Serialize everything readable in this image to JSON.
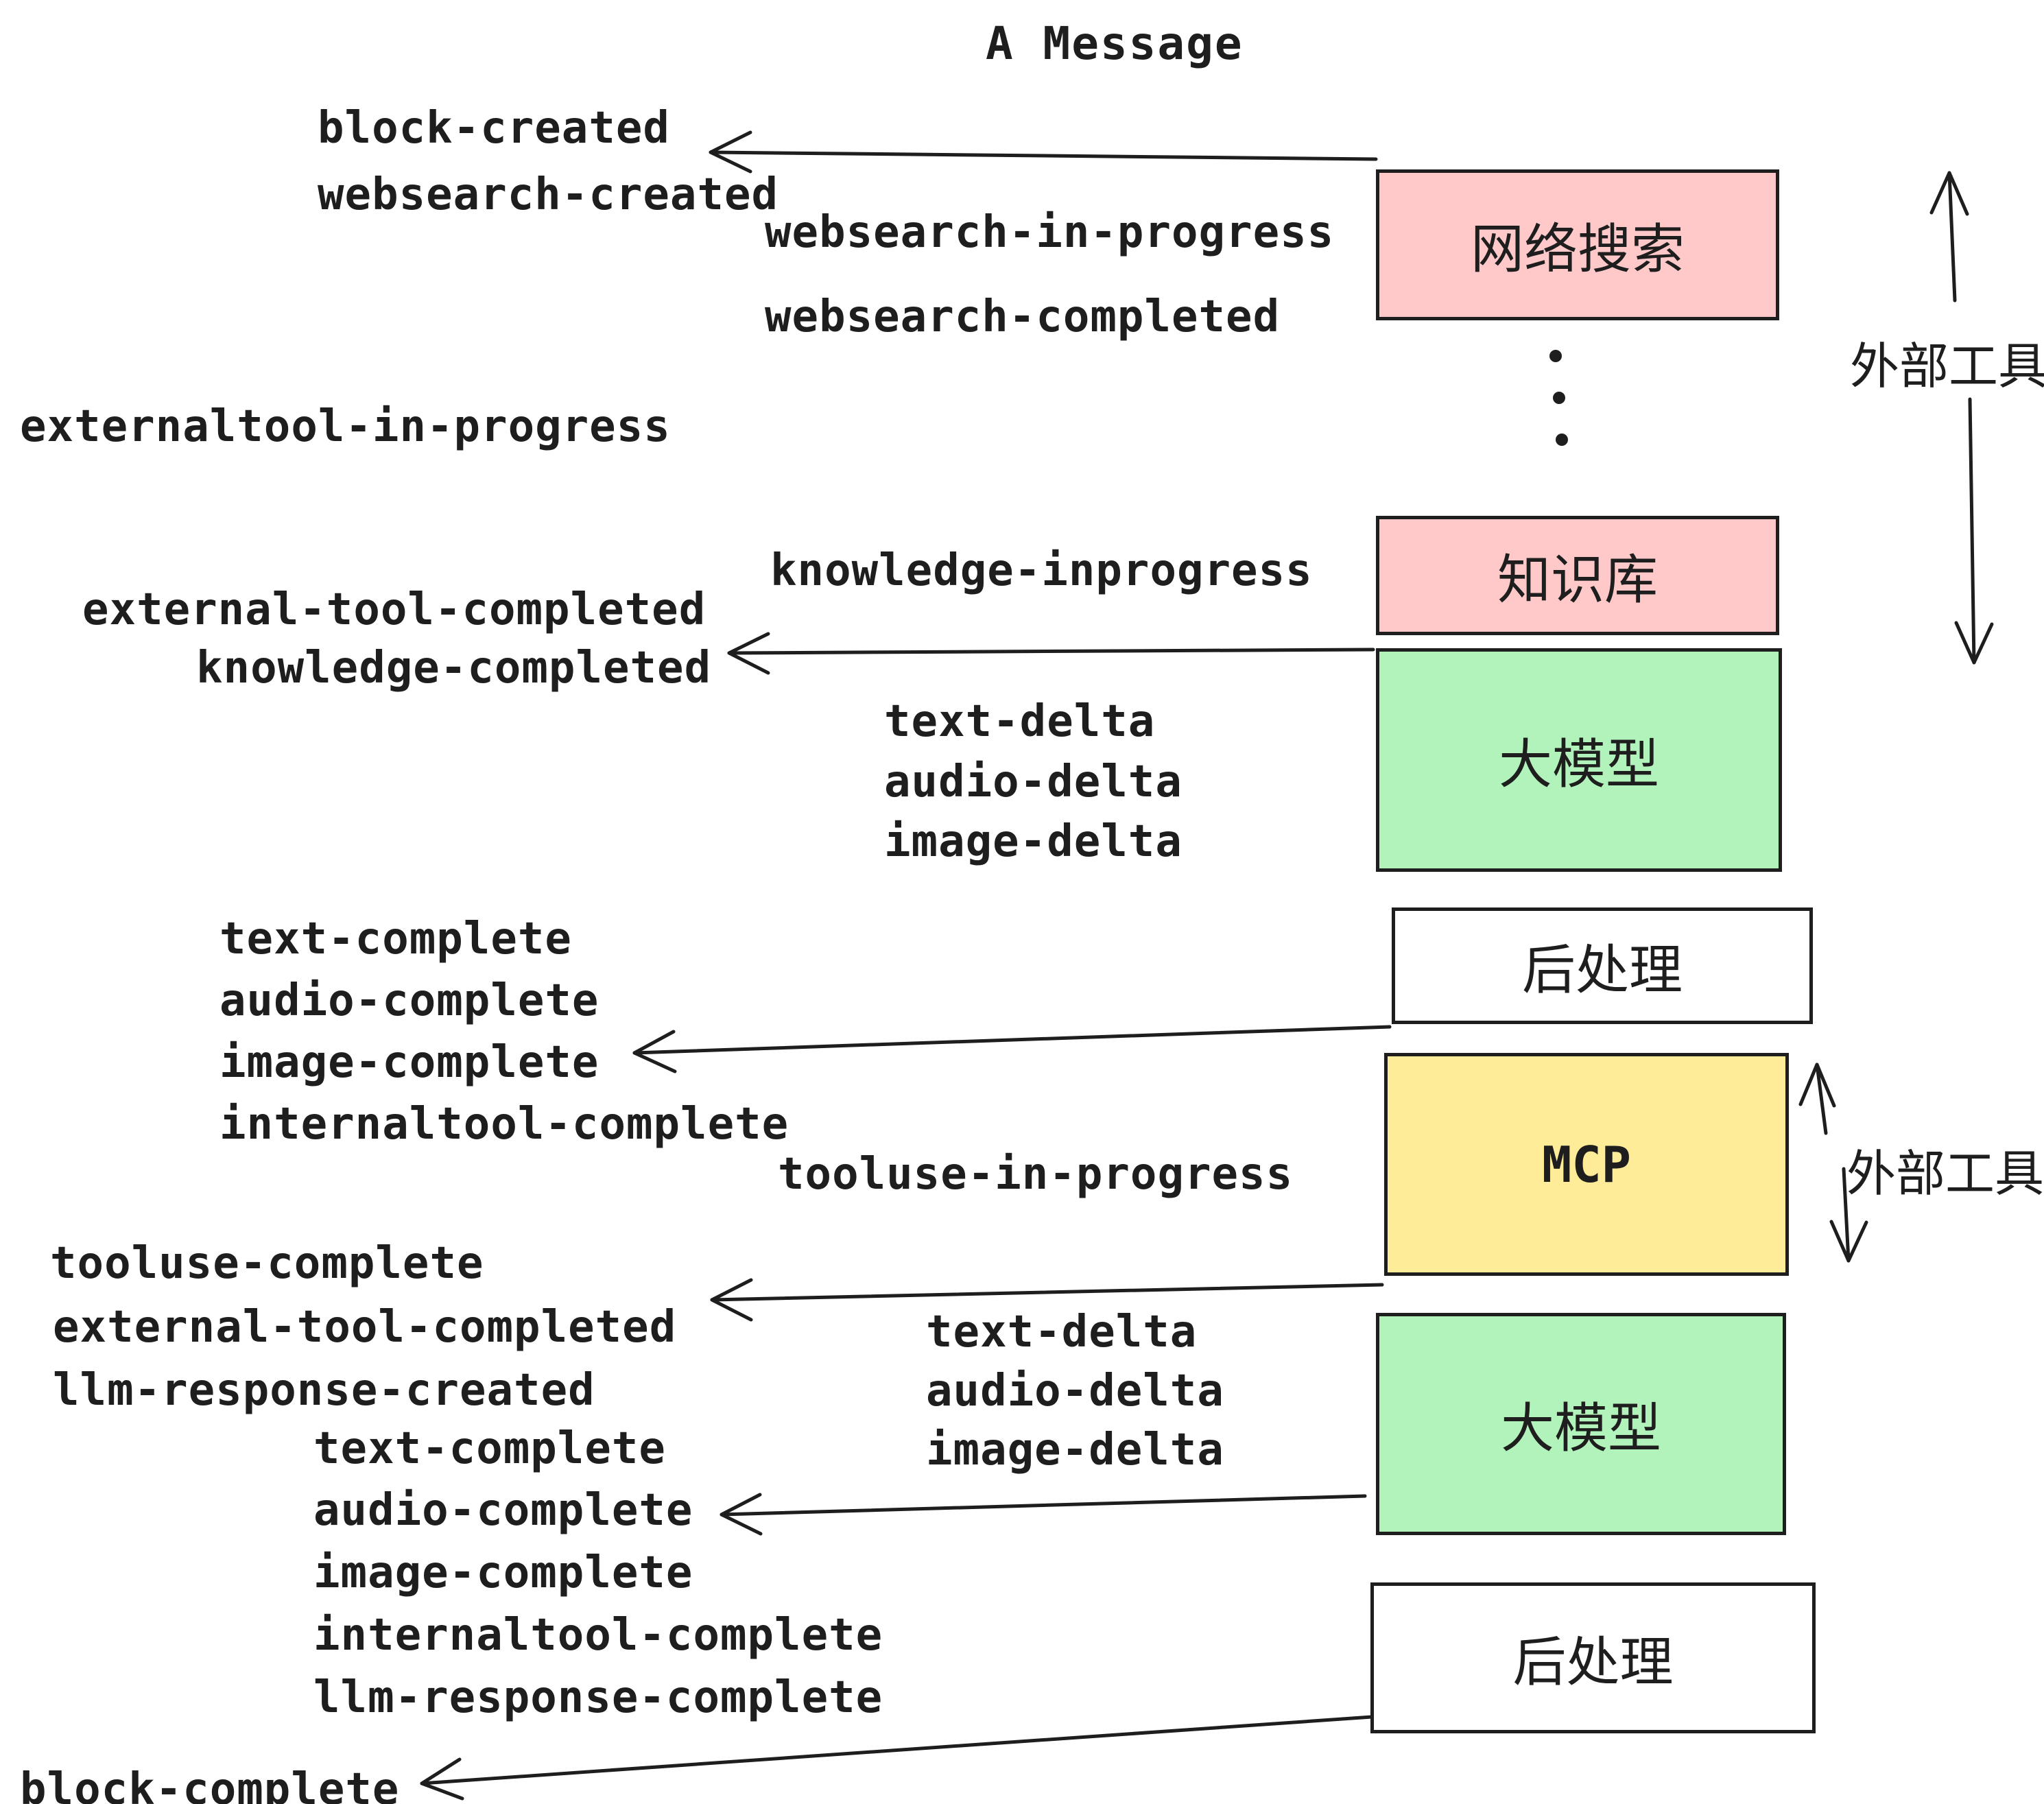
{
  "title": "A Message",
  "colors": {
    "stroke": "#1e1e1e",
    "node_pink": "#ffc9c9",
    "node_green": "#b2f2bb",
    "node_yellow": "#ffec99",
    "node_white": "#ffffff"
  },
  "events": [
    {
      "id": "block-created",
      "text": "block-created"
    },
    {
      "id": "websearch-created",
      "text": "websearch-created"
    },
    {
      "id": "websearch-in-progress",
      "text": "websearch-in-progress"
    },
    {
      "id": "websearch-completed",
      "text": "websearch-completed"
    },
    {
      "id": "externaltool-in-progress",
      "text": "externaltool-in-progress"
    },
    {
      "id": "knowledge-inprogress",
      "text": "knowledge-inprogress"
    },
    {
      "id": "external-tool-completed",
      "text": "external-tool-completed"
    },
    {
      "id": "knowledge-completed",
      "text": "knowledge-completed"
    },
    {
      "id": "text-delta-1",
      "text": "text-delta"
    },
    {
      "id": "audio-delta-1",
      "text": "audio-delta"
    },
    {
      "id": "image-delta-1",
      "text": "image-delta"
    },
    {
      "id": "text-complete-1",
      "text": "text-complete"
    },
    {
      "id": "audio-complete-1",
      "text": "audio-complete"
    },
    {
      "id": "image-complete-1",
      "text": "image-complete"
    },
    {
      "id": "internaltool-complete-1",
      "text": "internaltool-complete"
    },
    {
      "id": "tooluse-in-progress",
      "text": "tooluse-in-progress"
    },
    {
      "id": "tooluse-complete",
      "text": "tooluse-complete"
    },
    {
      "id": "external-tool-completed-2",
      "text": "external-tool-completed"
    },
    {
      "id": "llm-response-created",
      "text": "llm-response-created"
    },
    {
      "id": "text-delta-2",
      "text": "text-delta"
    },
    {
      "id": "audio-delta-2",
      "text": "audio-delta"
    },
    {
      "id": "image-delta-2",
      "text": "image-delta"
    },
    {
      "id": "text-complete-2",
      "text": "text-complete"
    },
    {
      "id": "audio-complete-2",
      "text": "audio-complete"
    },
    {
      "id": "image-complete-2",
      "text": "image-complete"
    },
    {
      "id": "internaltool-complete-2",
      "text": "internaltool-complete"
    },
    {
      "id": "llm-response-complete",
      "text": "llm-response-complete"
    },
    {
      "id": "block-complete",
      "text": "block-complete"
    }
  ],
  "nodes": [
    {
      "id": "websearch",
      "label": "网络搜索",
      "color": "#ffc9c9"
    },
    {
      "id": "knowledge",
      "label": "知识库",
      "color": "#ffc9c9"
    },
    {
      "id": "llm-1",
      "label": "大模型",
      "color": "#b2f2bb"
    },
    {
      "id": "postprocess-1",
      "label": "后处理",
      "color": "#ffffff"
    },
    {
      "id": "mcp",
      "label": "MCP",
      "color": "#ffec99"
    },
    {
      "id": "llm-2",
      "label": "大模型",
      "color": "#b2f2bb"
    },
    {
      "id": "postprocess-2",
      "label": "后处理",
      "color": "#ffffff"
    }
  ],
  "annotations": {
    "external_tool_top": "外部工具",
    "external_tool_bottom": "外部工具"
  }
}
